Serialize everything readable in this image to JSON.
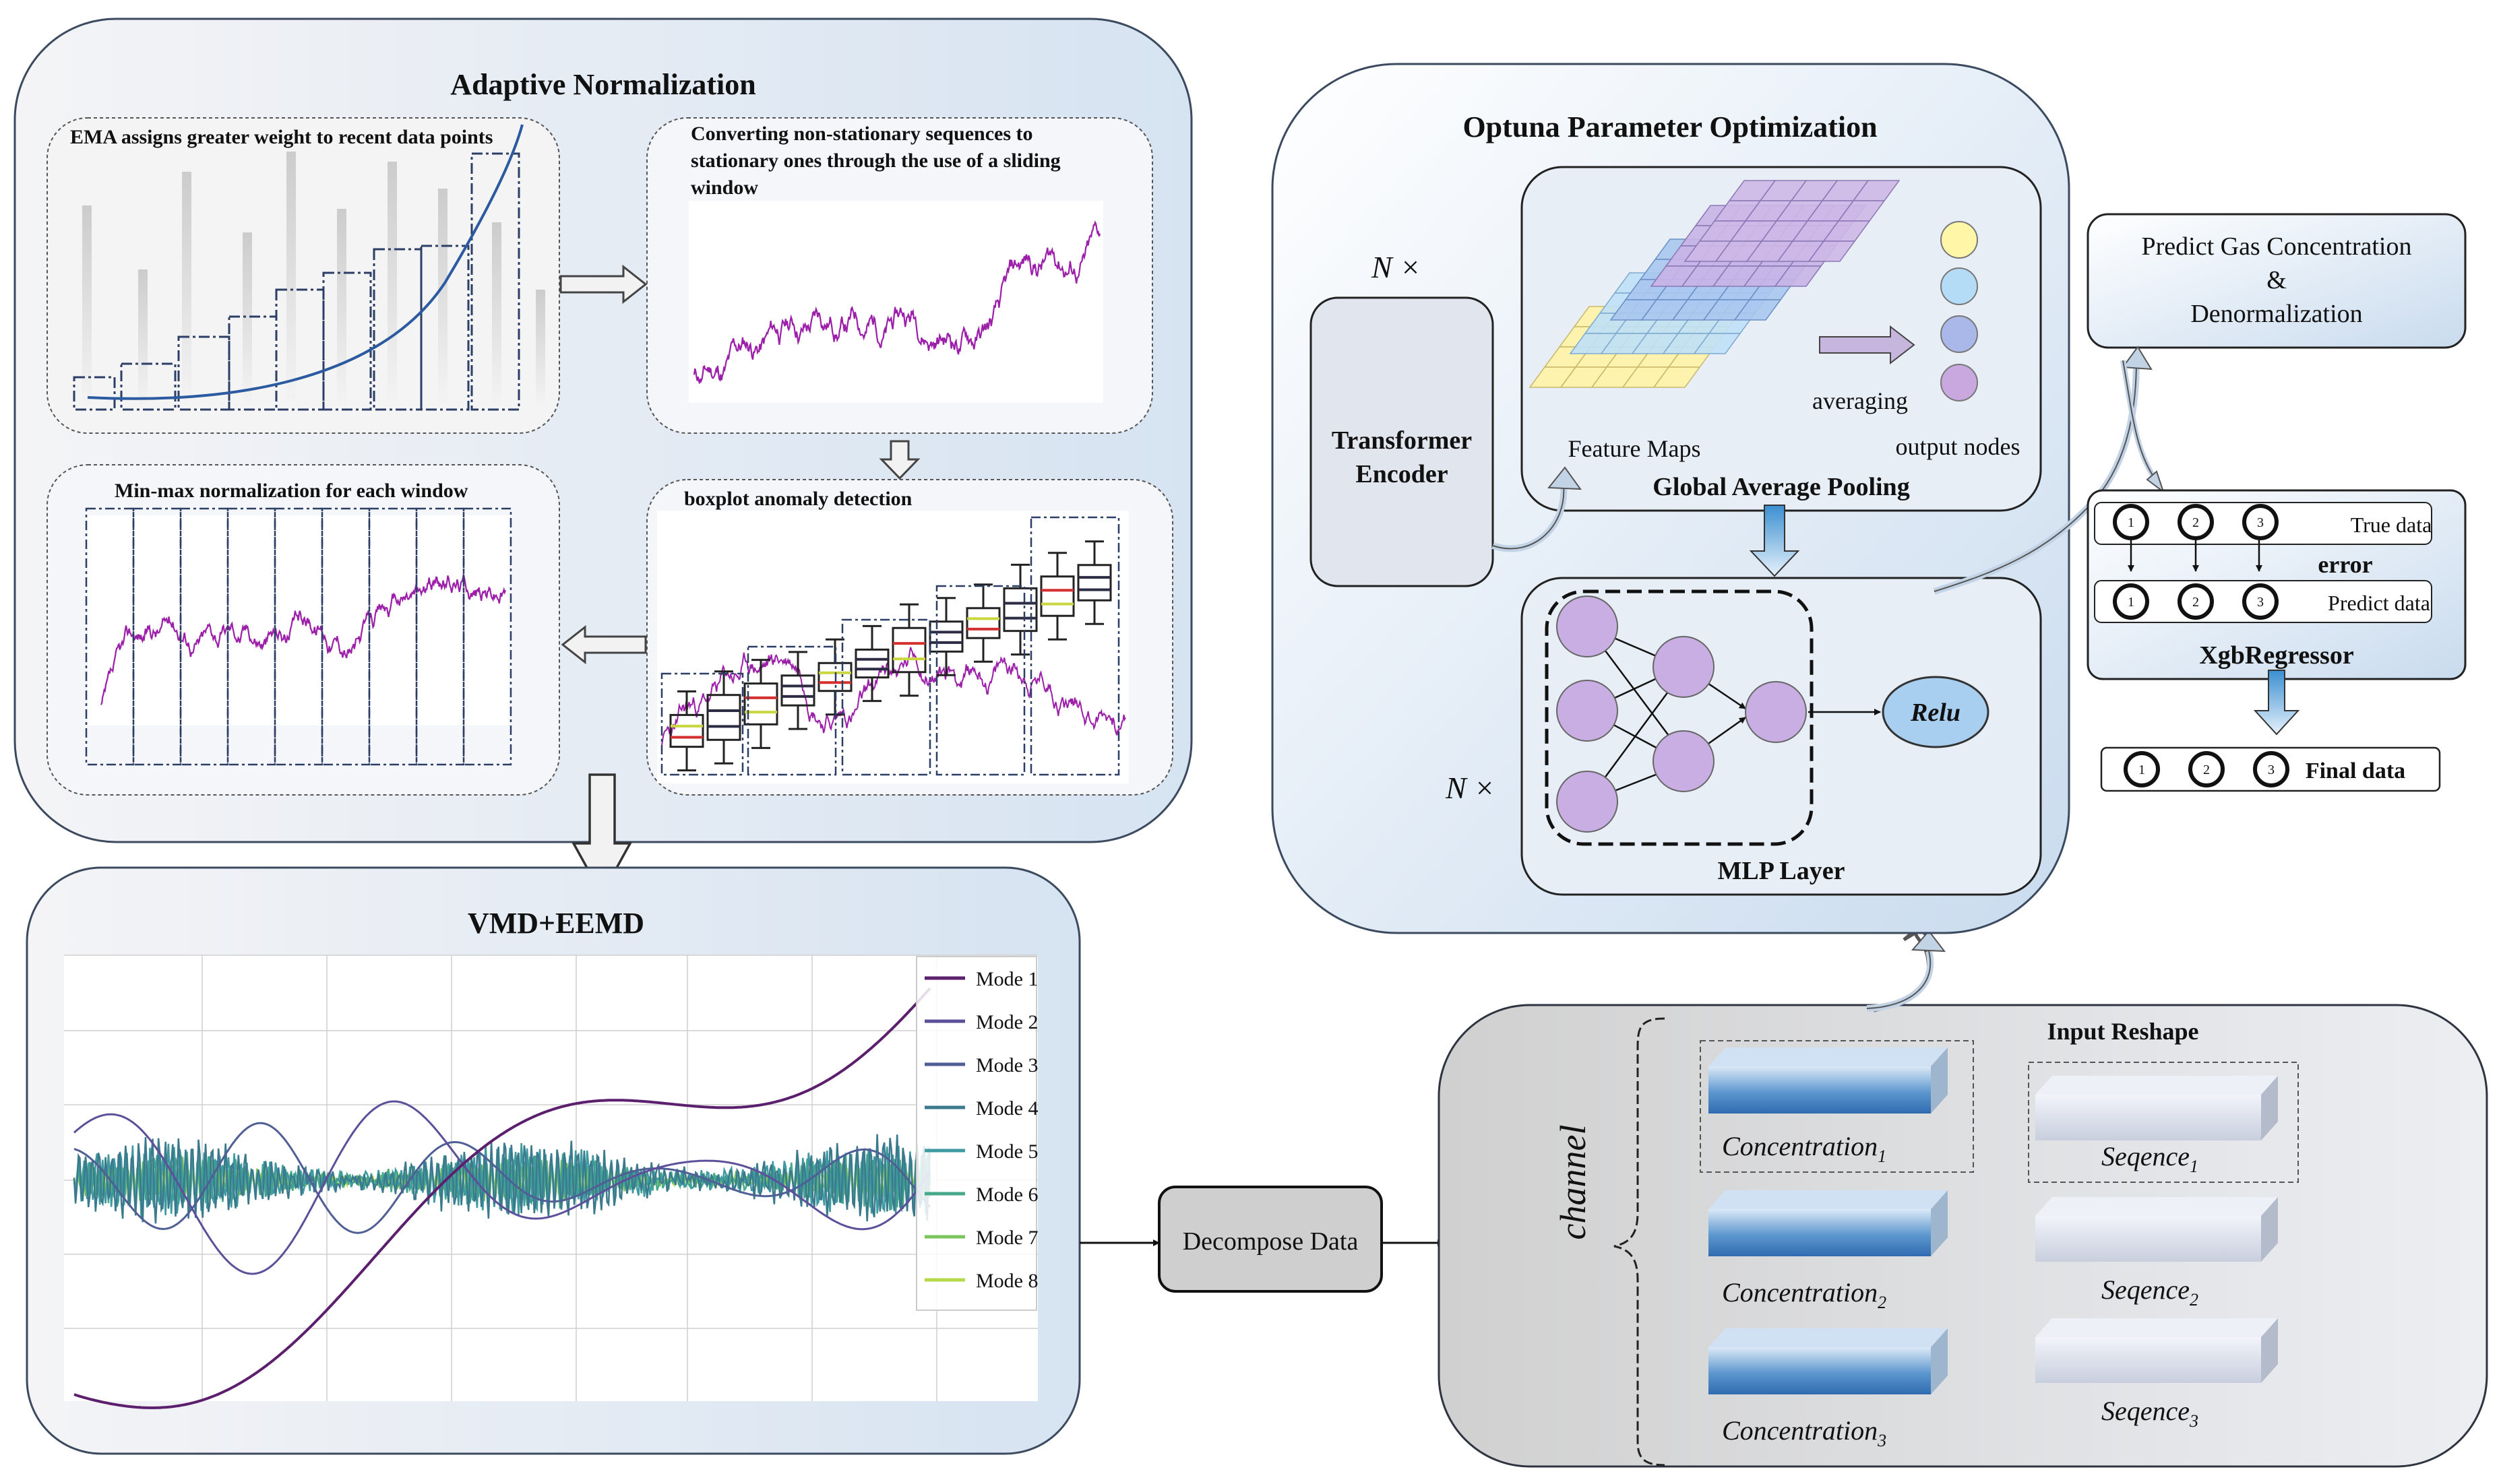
{
  "adaptive": {
    "title": "Adaptive Normalization",
    "ema_label": "EMA assigns greater weight to recent data points",
    "sliding_label_1": "Converting non-stationary sequences to",
    "sliding_label_2": "stationary ones through the use of a sliding",
    "sliding_label_3": "window",
    "boxplot_label": "boxplot anomaly detection",
    "minmax_label": "Min-max normalization for each window"
  },
  "vmd": {
    "title": "VMD+EEMD",
    "legend": [
      "Mode 1",
      "Mode 2",
      "Mode 3",
      "Mode 4",
      "Mode 5",
      "Mode 6",
      "Mode 7",
      "Mode 8"
    ],
    "colors": [
      "#5b1f6e",
      "#5d4f9a",
      "#4f5f96",
      "#3b7a8c",
      "#3d9aa0",
      "#45a98a",
      "#7cc45c",
      "#b6d94a"
    ]
  },
  "decompose": {
    "label": "Decompose Data"
  },
  "optuna": {
    "title": "Optuna Parameter Optimization",
    "n_times_1": "N ×",
    "n_times_2": "N ×",
    "encoder_1": "Transformer",
    "encoder_2": "Encoder",
    "feature_maps": "Feature Maps",
    "averaging": "averaging",
    "output_nodes": "output nodes",
    "gap": "Global Average Pooling",
    "mlp": "MLP Layer",
    "relu": "Relu"
  },
  "predict": {
    "line1": "Predict Gas Concentration",
    "line2": "&",
    "line3": "Denormalization"
  },
  "xgb": {
    "true_data": "True data",
    "error": "error",
    "predict_data": "Predict data",
    "name": "XgbRegressor",
    "final": "Final data",
    "nums": [
      "1",
      "2",
      "3"
    ]
  },
  "reshape": {
    "title": "Input Reshape",
    "channel": "channel",
    "conc": "Concentration",
    "seq": "Seqence",
    "subs": [
      "1",
      "2",
      "3"
    ]
  }
}
